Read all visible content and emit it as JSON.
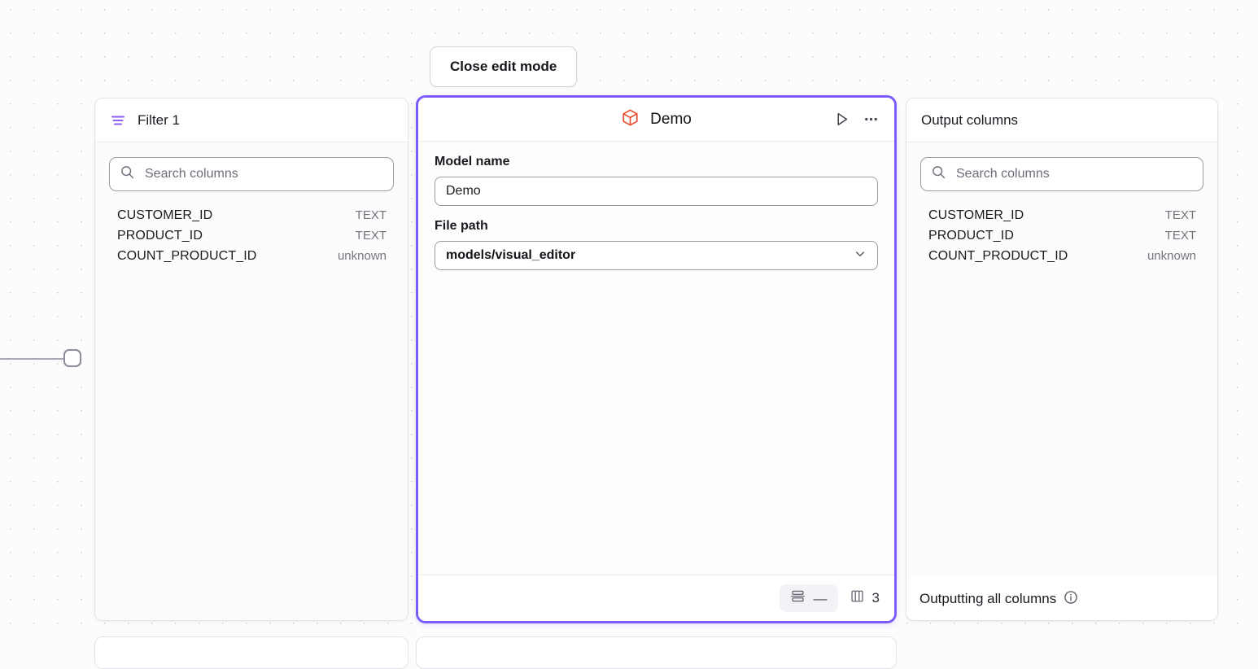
{
  "canvas": {
    "grid": "dot-grid",
    "background_color": "#fcfcfd",
    "dot_color": "#c9c7cf"
  },
  "toolbar": {
    "close_edit_mode_label": "Close edit mode"
  },
  "filter_panel": {
    "title": "Filter 1",
    "icon": "filter-icon",
    "accent_color": "#8b5cf6",
    "search": {
      "placeholder": "Search columns",
      "value": "",
      "icon": "search-icon"
    },
    "columns": [
      {
        "name": "CUSTOMER_ID",
        "type": "TEXT"
      },
      {
        "name": "PRODUCT_ID",
        "type": "TEXT"
      },
      {
        "name": "COUNT_PRODUCT_ID",
        "type": "unknown"
      }
    ]
  },
  "model_panel": {
    "title": "Demo",
    "icon": "cube-icon",
    "icon_color": "#ee4b2b",
    "selected_border_color": "#7c5cfc",
    "actions": {
      "run_label": "run-icon",
      "more_label": "more-icon"
    },
    "fields": {
      "model_name_label": "Model name",
      "model_name_value": "Demo",
      "file_path_label": "File path",
      "file_path_value": "models/visual_editor",
      "file_path_chevron": "chevron-down-icon"
    },
    "footer": {
      "rows_icon": "rows-icon",
      "rows_value": "—",
      "columns_icon": "columns-icon",
      "columns_value": "3"
    }
  },
  "output_panel": {
    "title": "Output columns",
    "search": {
      "placeholder": "Search columns",
      "value": "",
      "icon": "search-icon"
    },
    "columns": [
      {
        "name": "CUSTOMER_ID",
        "type": "TEXT"
      },
      {
        "name": "PRODUCT_ID",
        "type": "TEXT"
      },
      {
        "name": "COUNT_PRODUCT_ID",
        "type": "unknown"
      }
    ],
    "footer_text": "Outputting all columns",
    "footer_icon": "info-icon"
  }
}
